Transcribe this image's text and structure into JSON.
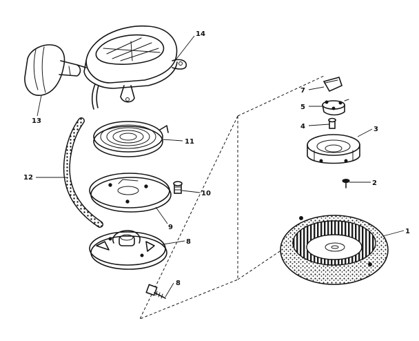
{
  "callouts": {
    "c1": "1",
    "c2": "2",
    "c3": "3",
    "c4": "4",
    "c5": "5",
    "c7": "7",
    "c8a": "8",
    "c8b": "8",
    "c9": "9",
    "c10": "10",
    "c11": "11",
    "c12": "12",
    "c13": "13",
    "c14": "14"
  }
}
